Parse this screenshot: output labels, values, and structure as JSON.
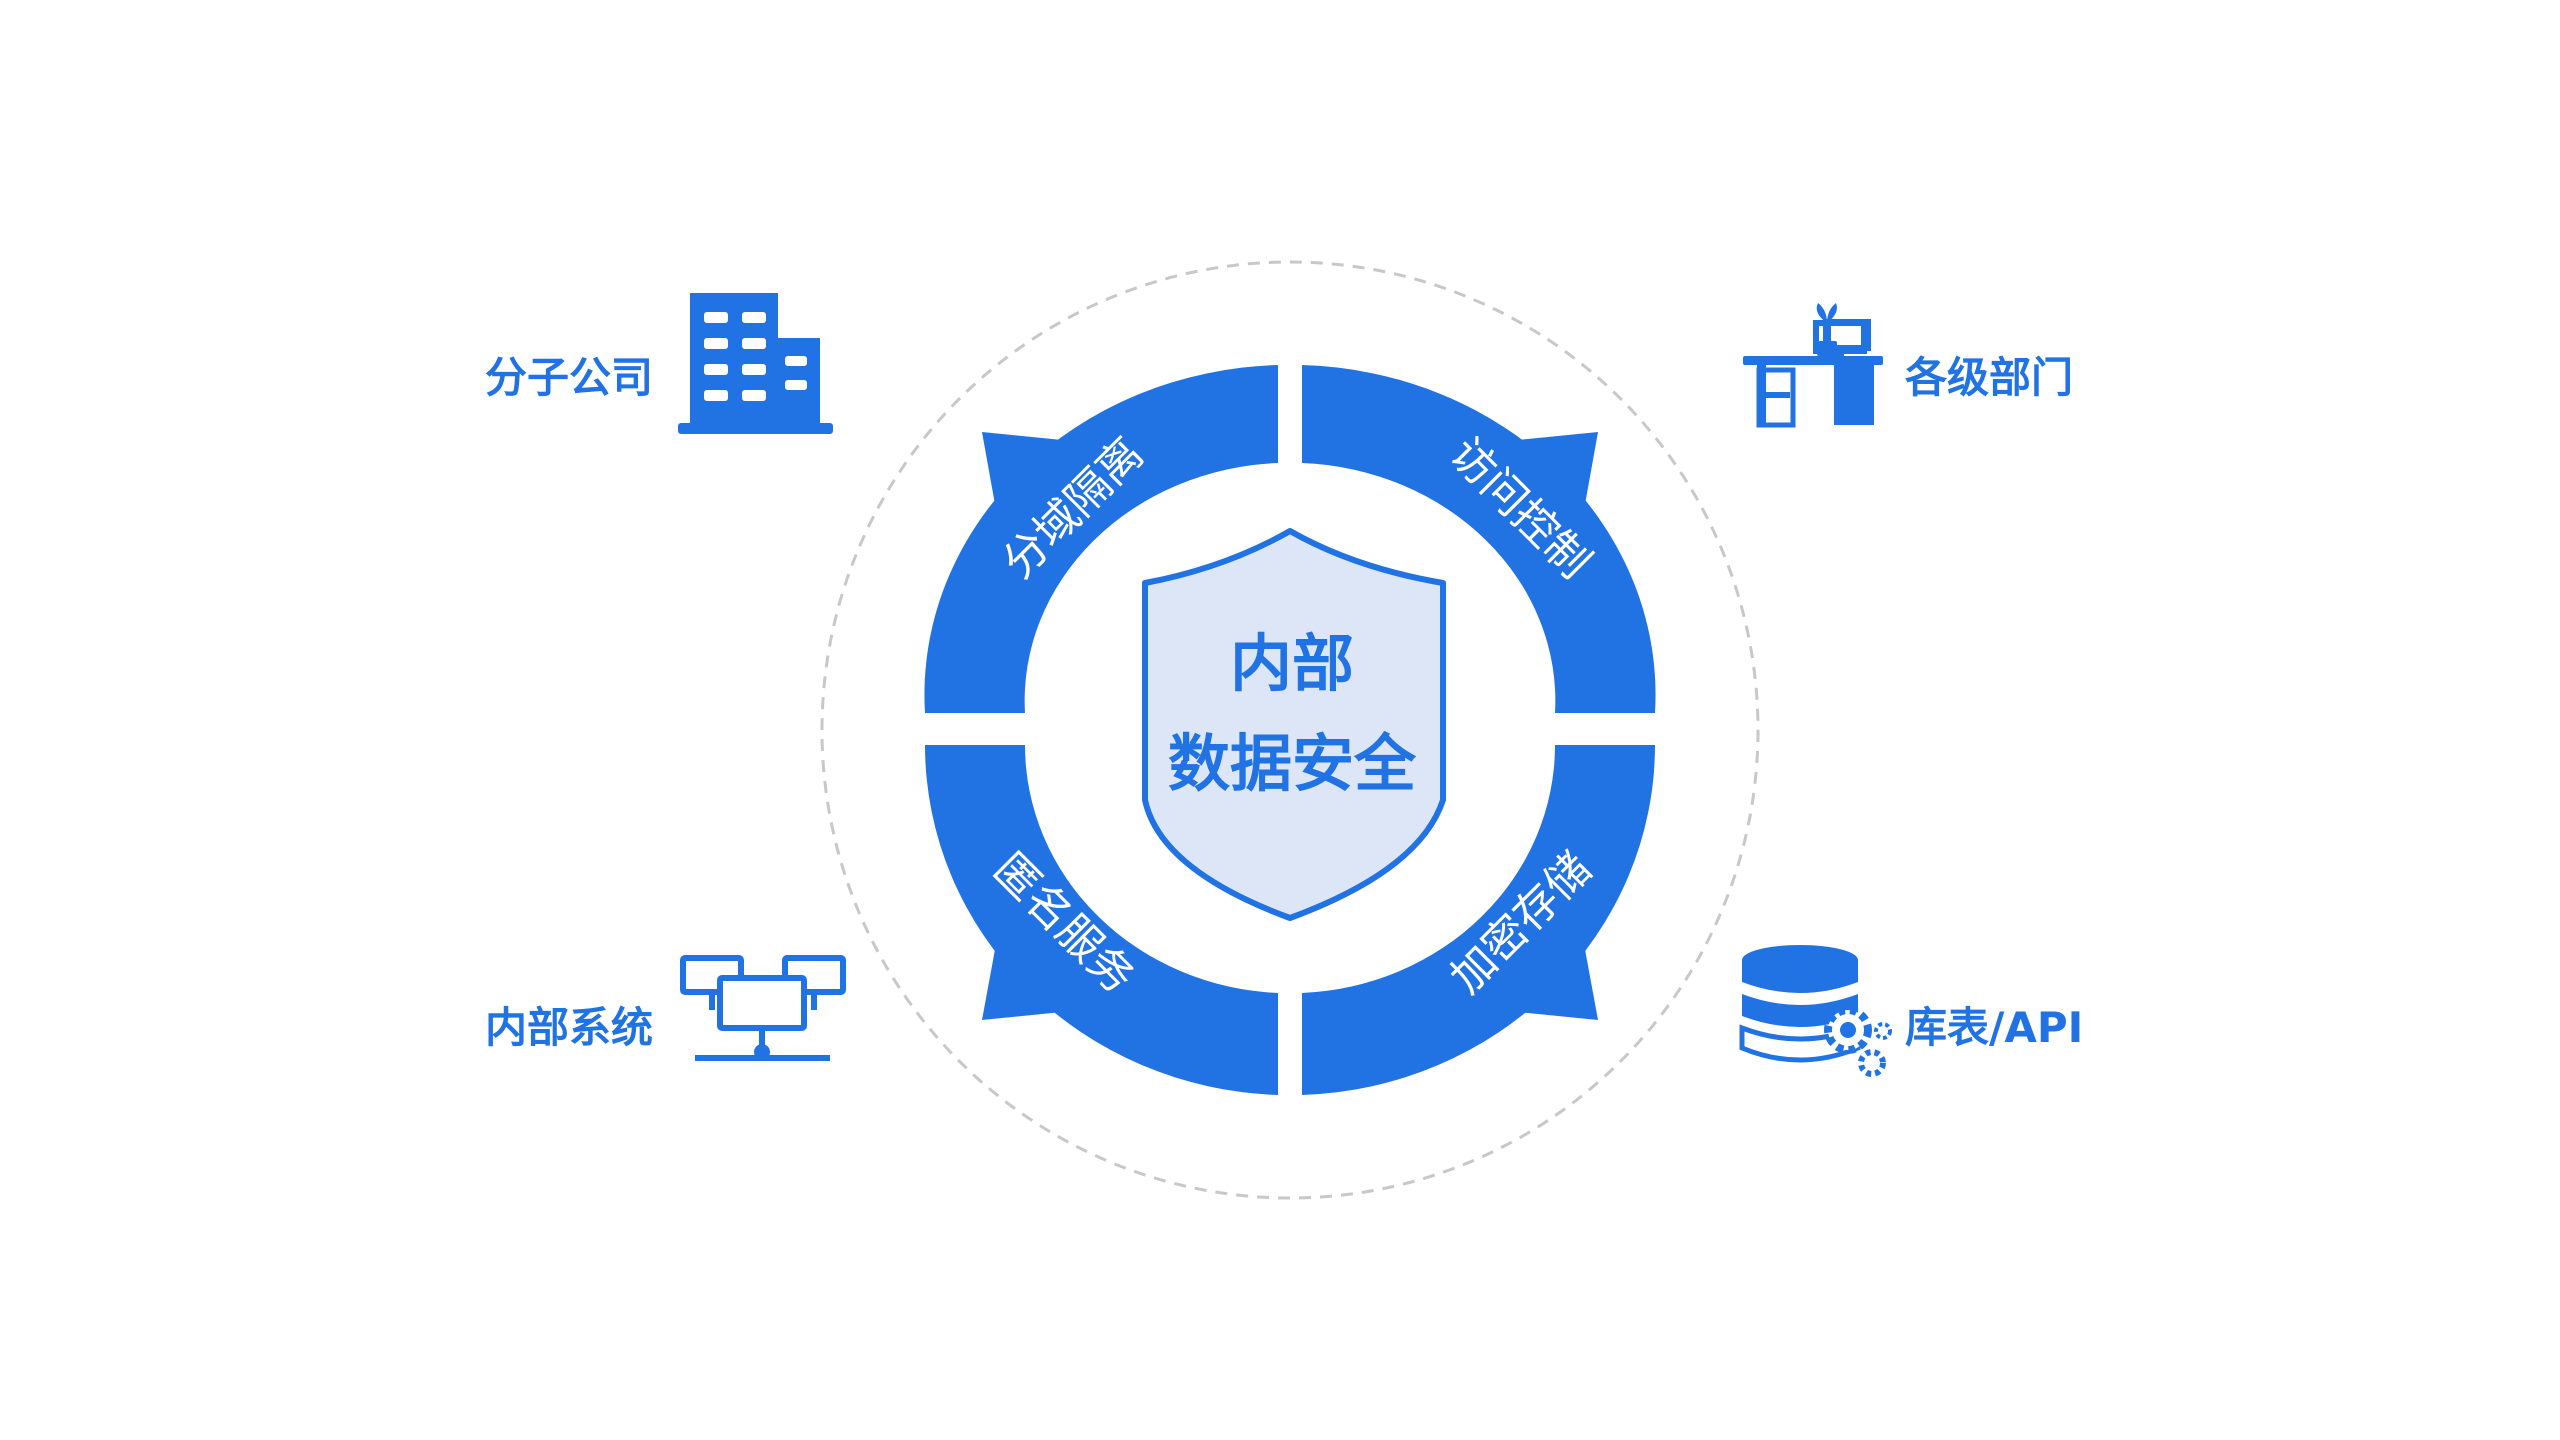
{
  "center": {
    "line1": "内部",
    "line2": "数据安全"
  },
  "ring_segments": [
    {
      "label": "分域隔离"
    },
    {
      "label": "访问控制"
    },
    {
      "label": "加密存储"
    },
    {
      "label": "匿名服务"
    }
  ],
  "corners": {
    "top_left": {
      "label": "分子公司",
      "icon": "office-building-icon"
    },
    "top_right": {
      "label": "各级部门",
      "icon": "office-desk-icon"
    },
    "bottom_left": {
      "label": "内部系统",
      "icon": "network-computers-icon"
    },
    "bottom_right": {
      "label": "库表/API",
      "icon": "database-settings-icon"
    }
  },
  "colors": {
    "primary": "#2173E4",
    "shield_fill": "#DCE6F6",
    "text_blue": "#2173E4",
    "dashed_circle": "#C8C8C8",
    "background": "#FFFFFF"
  }
}
